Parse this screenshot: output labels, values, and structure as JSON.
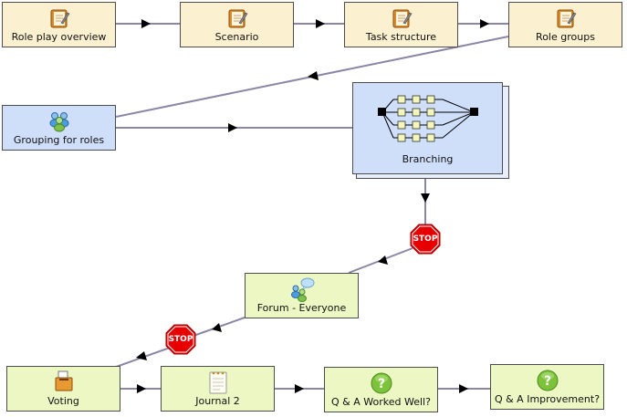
{
  "colors": {
    "tan_fill": "#fbf0cf",
    "blue_fill": "#cfdffa",
    "green_fill": "#ecf7c4",
    "border": "#4d4d4d",
    "connector": "#8a86a6",
    "stop_red": "#e60000"
  },
  "nodes": {
    "role_play_overview": {
      "label": "Role play overview",
      "icon": "notebook-pencil-icon"
    },
    "scenario": {
      "label": "Scenario",
      "icon": "notebook-pencil-icon"
    },
    "task_structure": {
      "label": "Task structure",
      "icon": "notebook-pencil-icon"
    },
    "role_groups": {
      "label": "Role groups",
      "icon": "notebook-pencil-icon"
    },
    "grouping_for_roles": {
      "label": "Grouping for roles",
      "icon": "people-group-icon"
    },
    "branching": {
      "label": "Branching",
      "icon": "branching-icon"
    },
    "forum_everyone": {
      "label": "Forum - Everyone",
      "icon": "forum-chat-icon"
    },
    "voting": {
      "label": "Voting",
      "icon": "ballot-box-icon"
    },
    "journal_2": {
      "label": "Journal 2",
      "icon": "notepad-icon"
    },
    "qa_worked_well": {
      "label": "Q & A Worked Well?",
      "icon": "question-icon"
    },
    "qa_improvement": {
      "label": "Q & A Improvement?",
      "icon": "question-icon"
    }
  },
  "stops": {
    "stop_1": {
      "label": "STOP",
      "icon": "stop-sign-icon"
    },
    "stop_2": {
      "label": "STOP",
      "icon": "stop-sign-icon"
    }
  }
}
